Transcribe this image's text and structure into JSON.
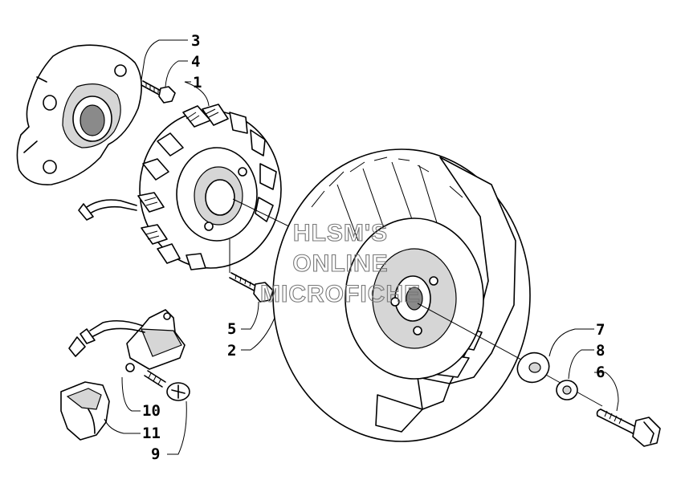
{
  "callouts": [
    "3",
    "4",
    "1",
    "5",
    "2",
    "7",
    "8",
    "6",
    "10",
    "11",
    "9"
  ],
  "watermark": [
    "HLSM'S",
    "ONLINE",
    "MICROFICHE"
  ]
}
